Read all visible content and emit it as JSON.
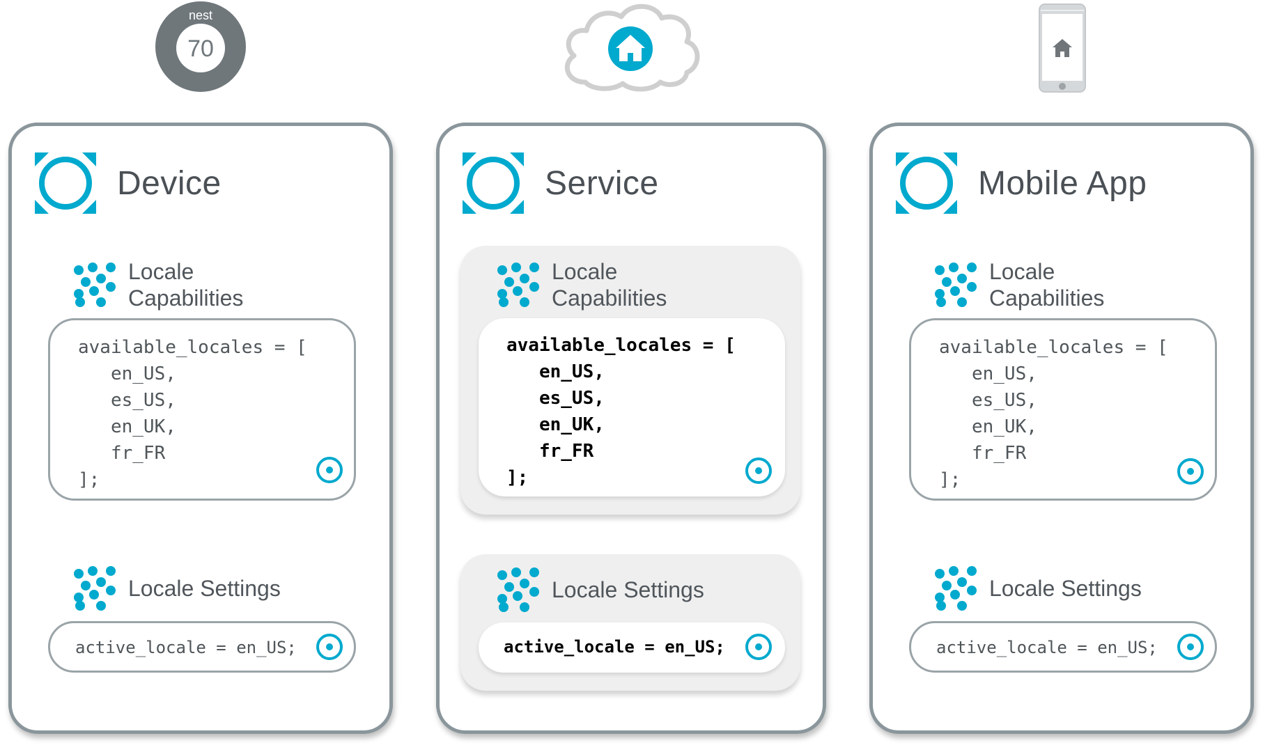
{
  "top_icons": {
    "thermostat": {
      "brand": "nest",
      "temperature": "70",
      "icon": "nest-thermostat-icon"
    },
    "cloud": {
      "icon": "cloud-home-icon"
    },
    "phone": {
      "icon": "phone-home-icon"
    }
  },
  "panels": [
    {
      "title": "Device",
      "capabilities_label": [
        "Locale",
        "Capabilities"
      ],
      "capabilities_code": "available_locales = [\n   en_US,\n   es_US,\n   en_UK,\n   fr_FR\n];",
      "settings_label": "Locale Settings",
      "settings_code": "active_locale = en_US;"
    },
    {
      "title": "Service",
      "capabilities_label": [
        "Locale",
        "Capabilities"
      ],
      "capabilities_code": "available_locales = [\n   en_US,\n   es_US,\n   en_UK,\n   fr_FR\n];",
      "settings_label": "Locale Settings",
      "settings_code": "active_locale = en_US;"
    },
    {
      "title": "Mobile App",
      "capabilities_label": [
        "Locale",
        "Capabilities"
      ],
      "capabilities_code": "available_locales = [\n   en_US,\n   es_US,\n   en_UK,\n   fr_FR\n];",
      "settings_label": "Locale Settings",
      "settings_code": "active_locale = en_US;"
    }
  ],
  "colors": {
    "accent": "#00a9ce",
    "panel_border": "#8a969b",
    "text": "#50565b",
    "group_background": "#efefef"
  }
}
